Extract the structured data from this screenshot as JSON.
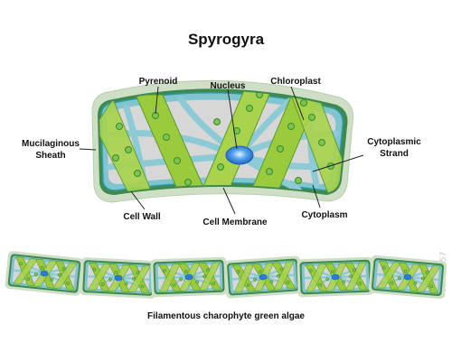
{
  "title": "Spyrogyra",
  "caption": "Filamentous charophyte green algae",
  "labels": {
    "pyrenoid": "Pyrenoid",
    "nucleus": "Nucleus",
    "chloroplast": "Chloroplast",
    "mucilaginous_sheath_line1": "Mucilaginous",
    "mucilaginous_sheath_line2": "Sheath",
    "cytoplasmic_strand_line1": "Cytoplasmic",
    "cytoplasmic_strand_line2": "Strand",
    "cell_wall": "Cell Wall",
    "cell_membrane": "Cell Membrane",
    "cytoplasm": "Cytoplasm"
  },
  "stock_id": "433723257",
  "colors": {
    "sheath": "#c9dcc0",
    "cell_wall": "#3e8a4e",
    "membrane": "#2f9aa6",
    "cytoplasm": "#d6d6d6",
    "vacuole_net": "#8ccad6",
    "chloroplast": "#9acb3c",
    "chloroplast_dark": "#5a9a2a",
    "nucleus": "#2a7bd6"
  }
}
